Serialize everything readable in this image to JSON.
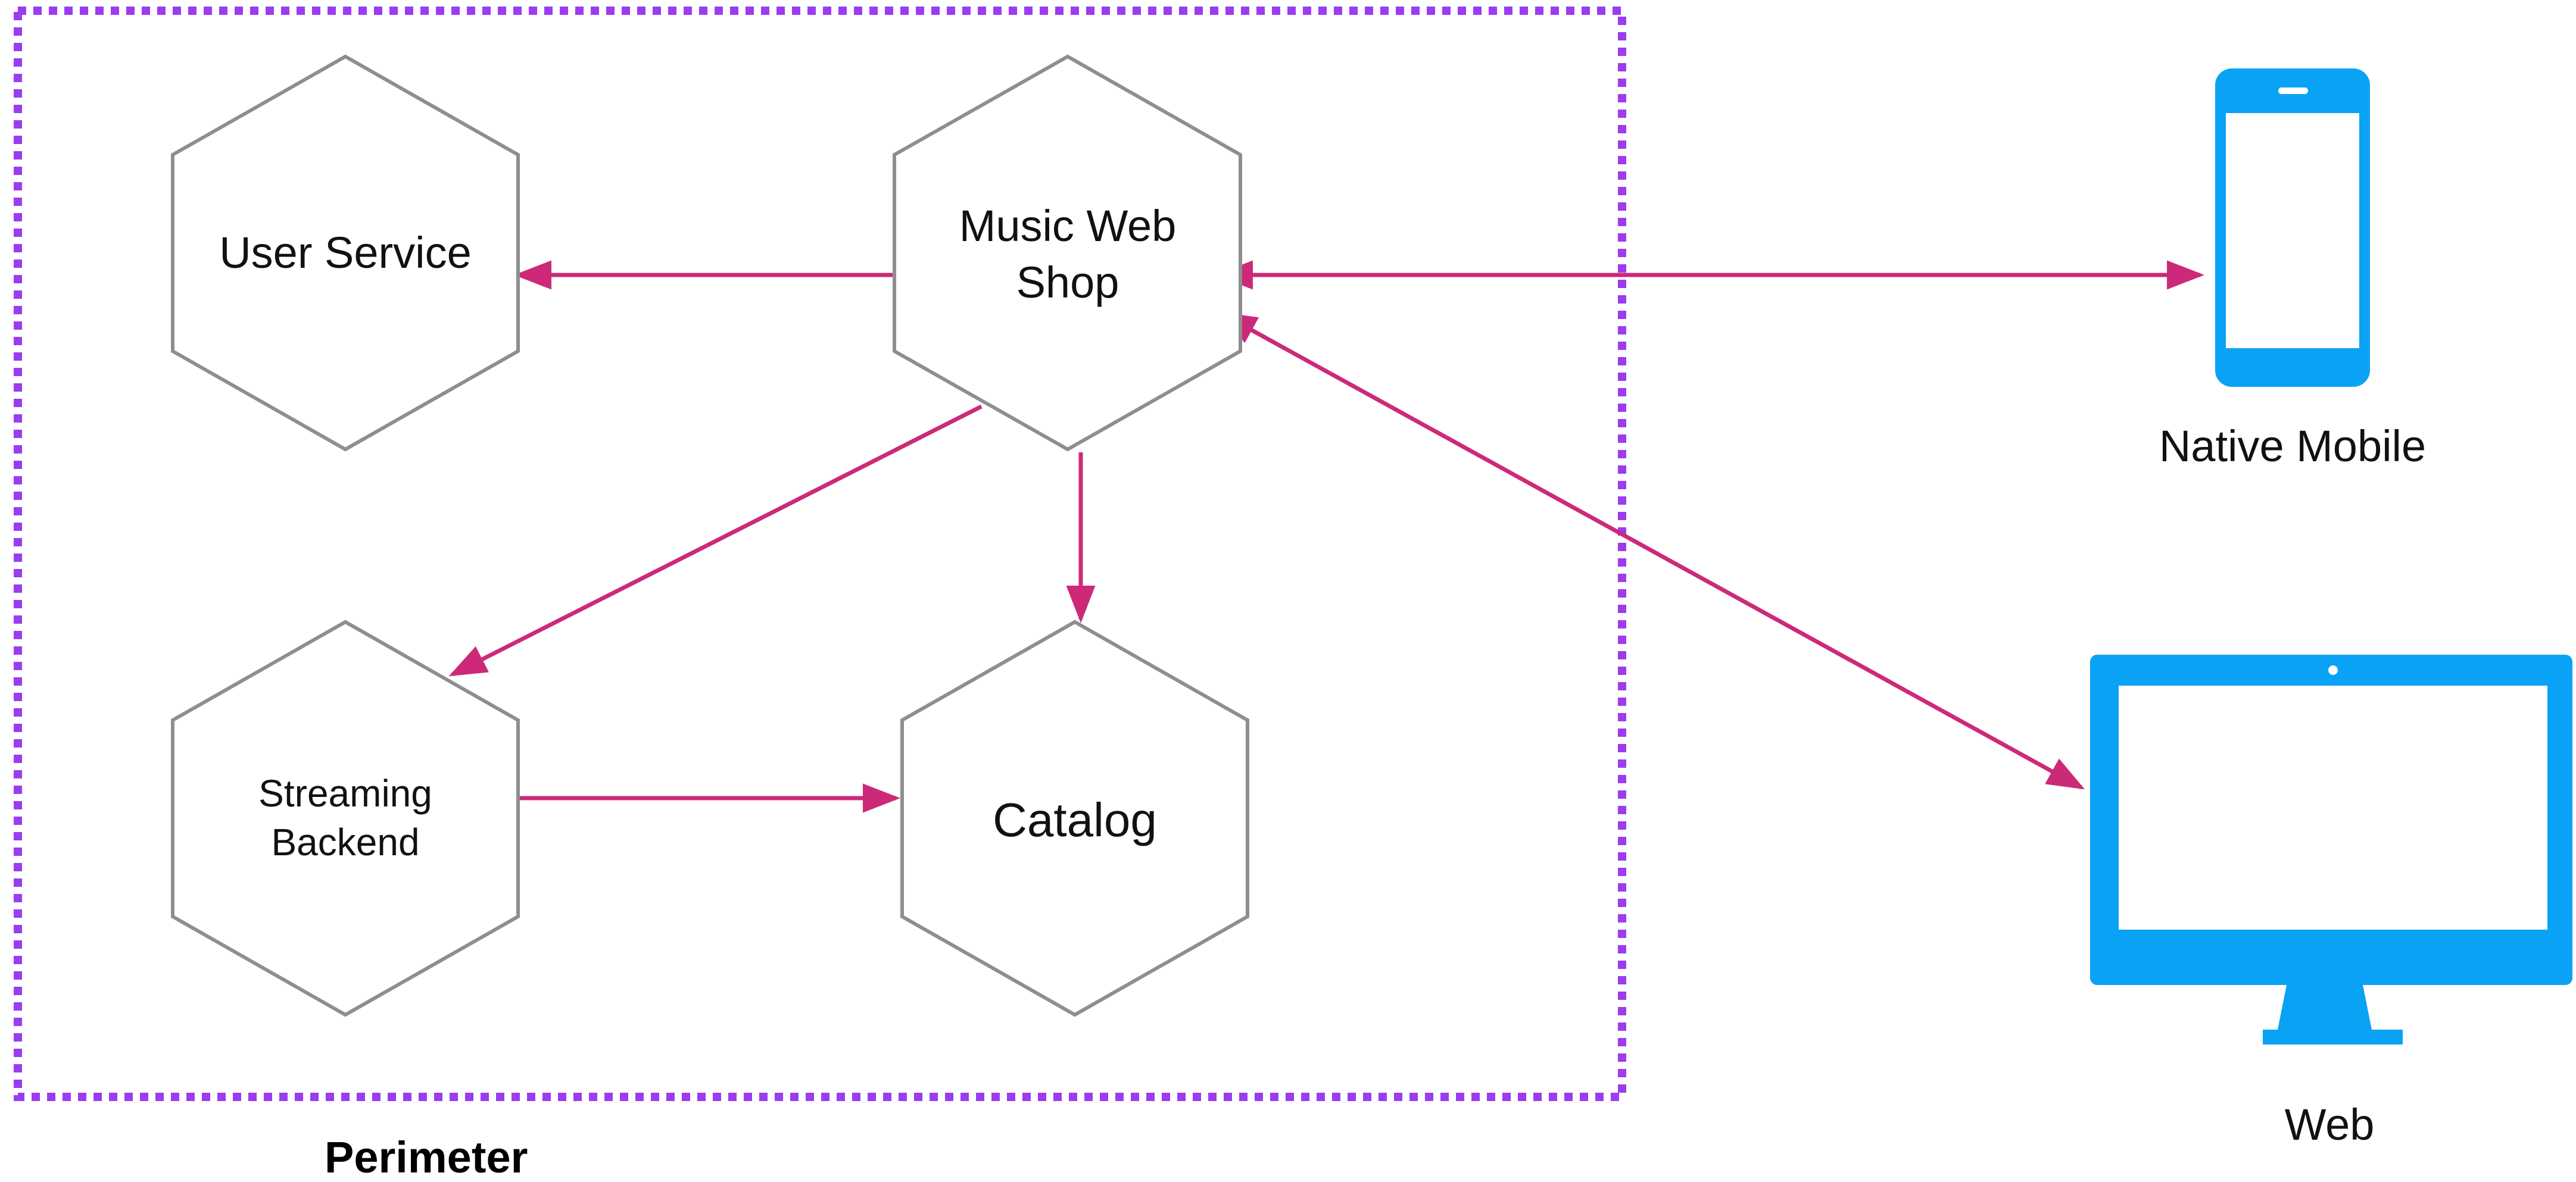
{
  "perimeter": {
    "label": "Perimeter",
    "color": "#9b3cf0"
  },
  "services": {
    "user_service": "User Service",
    "music_web_shop_line1": "Music Web",
    "music_web_shop_line2": "Shop",
    "streaming_backend_line1": "Streaming",
    "streaming_backend_line2": "Backend",
    "catalog": "Catalog"
  },
  "clients": {
    "native_mobile": {
      "label": "Native Mobile",
      "icon": "mobile-phone-icon"
    },
    "web": {
      "label": "Web",
      "icon": "desktop-monitor-icon"
    }
  },
  "edges": [
    {
      "from": "Music Web Shop",
      "to": "User Service"
    },
    {
      "from": "Music Web Shop",
      "to": "Streaming Backend"
    },
    {
      "from": "Music Web Shop",
      "to": "Catalog"
    },
    {
      "from": "Streaming Backend",
      "to": "Catalog"
    },
    {
      "from": "Music Web Shop",
      "to": "Native Mobile",
      "bidirectional": true
    },
    {
      "from": "Music Web Shop",
      "to": "Web",
      "bidirectional": true
    }
  ],
  "colors": {
    "edge": "#cc2a78",
    "hex_border": "#8e8e8e",
    "device": "#0aa2f5",
    "perimeter": "#9b3cf0"
  }
}
